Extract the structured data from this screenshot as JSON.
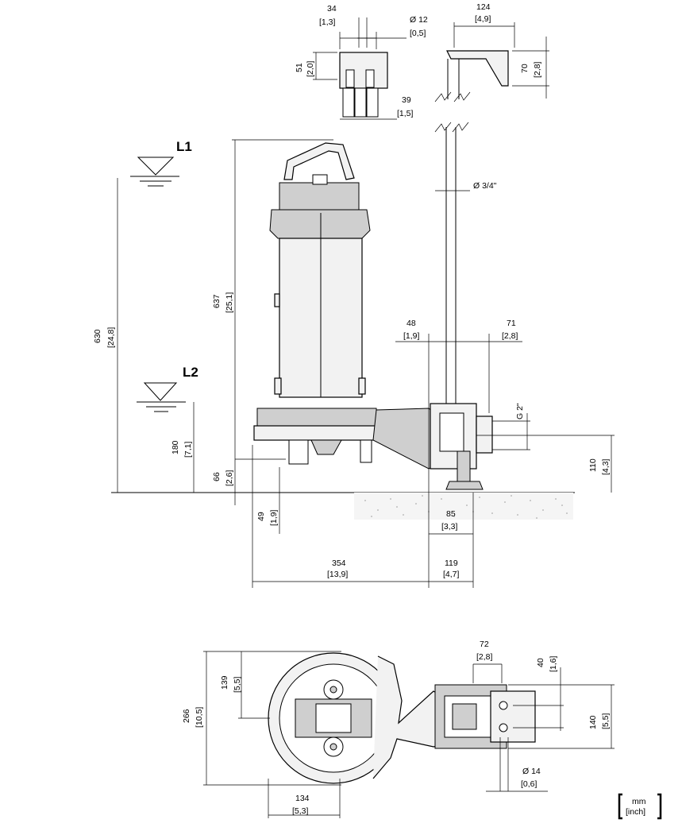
{
  "labels": {
    "level_high": "L1",
    "level_low": "L2"
  },
  "units": {
    "top": "mm",
    "bottom": "[inch]"
  },
  "dims": {
    "d34": "34",
    "d34i": "[1,3]",
    "d12": "Ø 12",
    "d12i": "[0,5]",
    "d51": "51",
    "d51i": "[2,0]",
    "d39": "39",
    "d39i": "[1,5]",
    "d124": "124",
    "d124i": "[4,9]",
    "d70": "70",
    "d70i": "[2,8]",
    "d34in": "Ø 3/4\"",
    "d637": "637",
    "d637i": "[25,1]",
    "d630": "630",
    "d630i": "[24,8]",
    "d180": "180",
    "d180i": "[7,1]",
    "d66": "66",
    "d66i": "[2,6]",
    "d49": "49",
    "d49i": "[1,9]",
    "d48": "48",
    "d48i": "[1,9]",
    "d71": "71",
    "d71i": "[2,8]",
    "g2": "G 2\"",
    "d110": "110",
    "d110i": "[4,3]",
    "d85": "85",
    "d85i": "[3,3]",
    "d354": "354",
    "d354i": "[13,9]",
    "d119": "119",
    "d119i": "[4,7]",
    "d72": "72",
    "d72i": "[2,8]",
    "d40": "40",
    "d40i": "[1,6]",
    "d139": "139",
    "d139i": "[5,5]",
    "d266": "266",
    "d266i": "[10,5]",
    "d140": "140",
    "d140i": "[5,5]",
    "d14": "Ø 14",
    "d14i": "[0,6]",
    "d134": "134",
    "d134i": "[5,3]"
  }
}
